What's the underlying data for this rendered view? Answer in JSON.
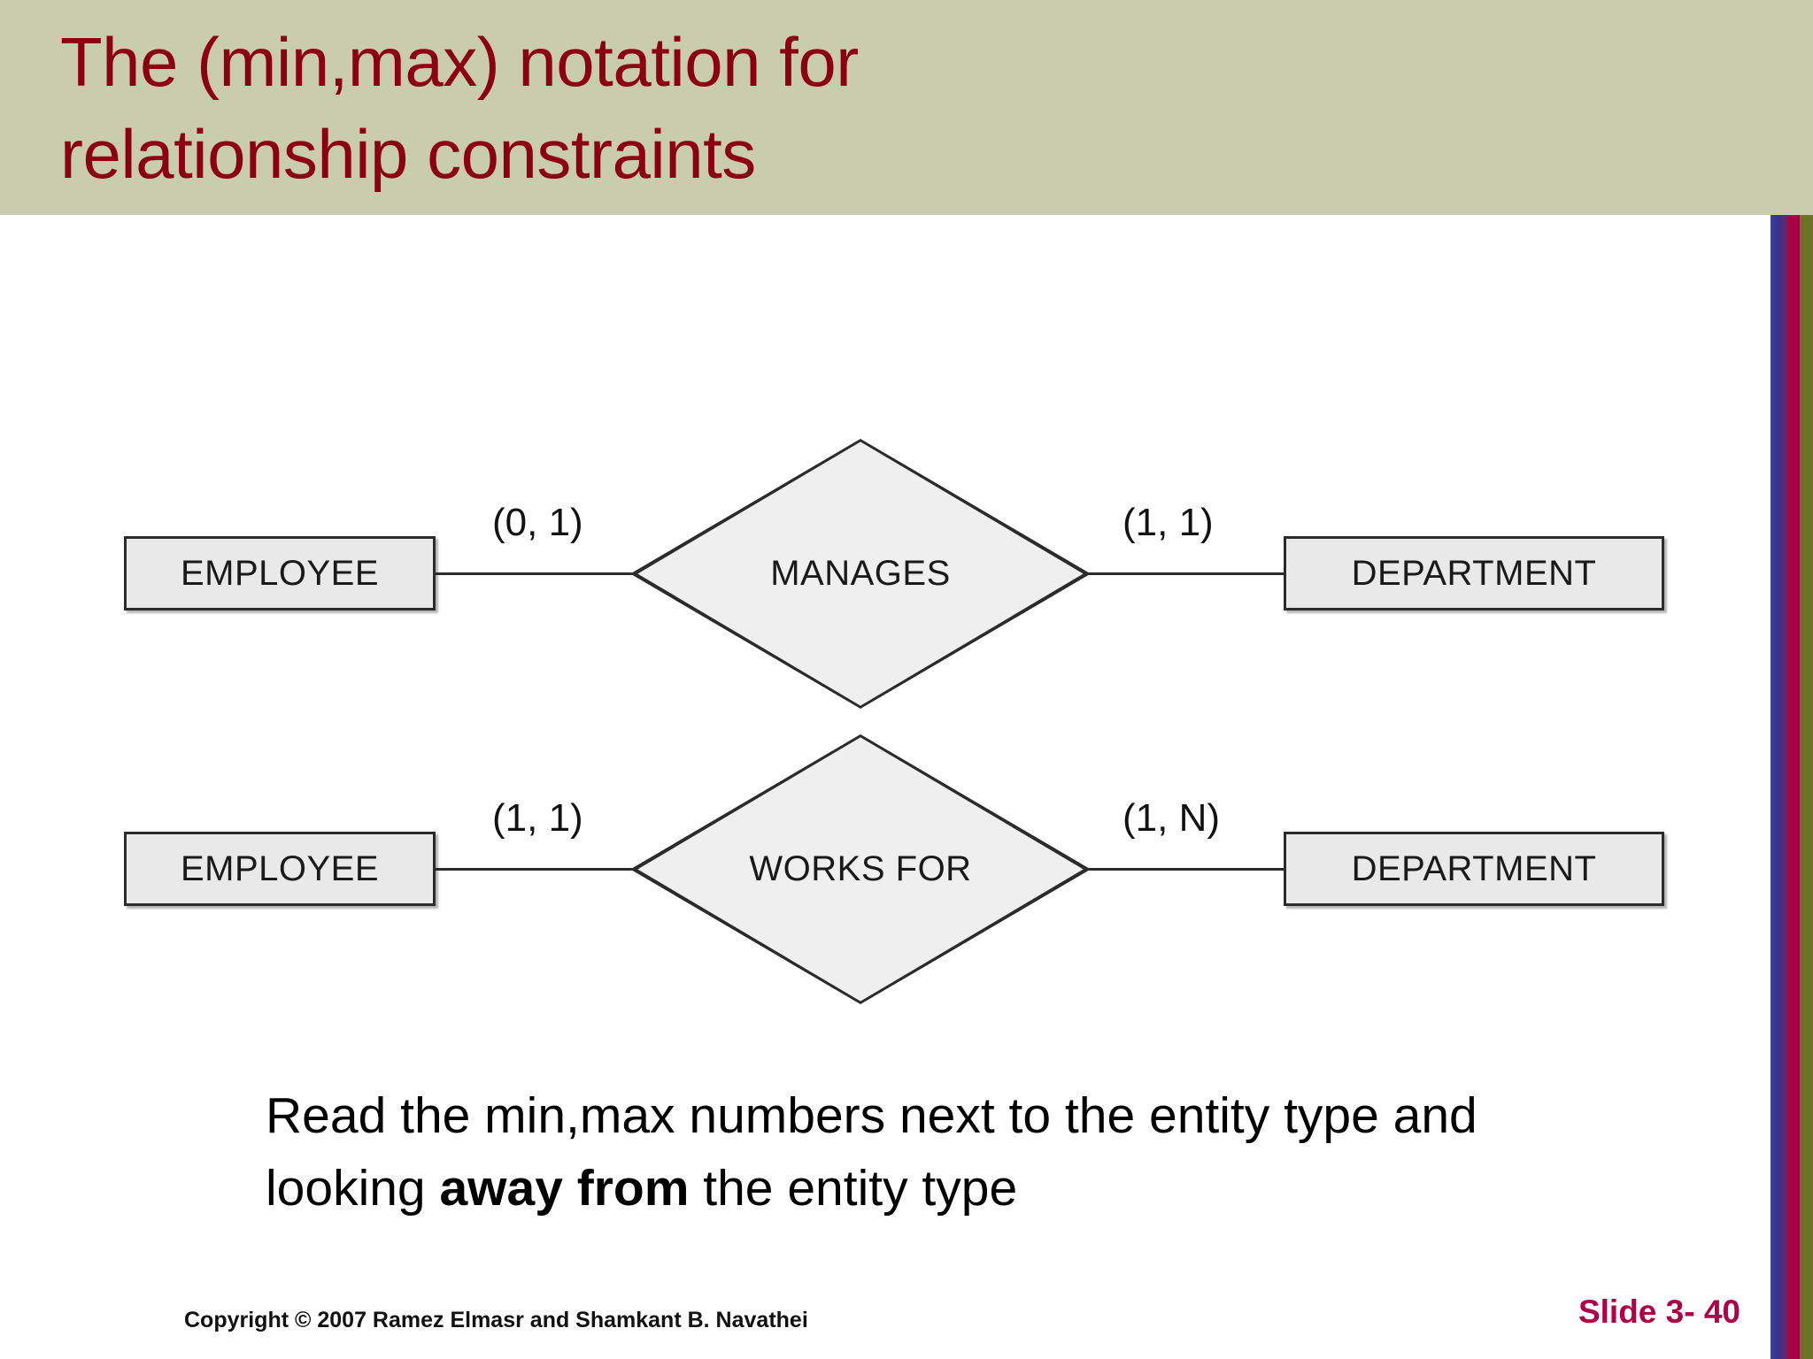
{
  "slide": {
    "title": "The (min,max) notation for\nrelationship constraints",
    "title_color": "#8B0013",
    "header_background": "#c9cdae",
    "body_background": "#ffffff"
  },
  "stripe": {
    "indigo": "#33348f",
    "crimson": "#ab0042",
    "olive": "#6d7228"
  },
  "diagram": {
    "entity_fill": "#e9e9e9",
    "entity_border": "#2b2b2b",
    "diamond_fill": "#efefef",
    "rows": [
      {
        "left_entity": "EMPLOYEE",
        "left_cardinality": "(0, 1)",
        "relationship": "MANAGES",
        "right_cardinality": "(1, 1)",
        "right_entity": "DEPARTMENT"
      },
      {
        "left_entity": "EMPLOYEE",
        "left_cardinality": "(1, 1)",
        "relationship": "WORKS FOR",
        "right_cardinality": "(1, N)",
        "right_entity": "DEPARTMENT"
      }
    ]
  },
  "body": {
    "text_part_1": "Read the min,max numbers next to the entity type and looking ",
    "text_bold": "away from",
    "text_part_2": " the entity type"
  },
  "footer": {
    "copyright": "Copyright © 2007 Ramez Elmasr and Shamkant B. Navathei",
    "slide_number": "Slide 3- 40",
    "slide_number_color": "#b0004a"
  }
}
